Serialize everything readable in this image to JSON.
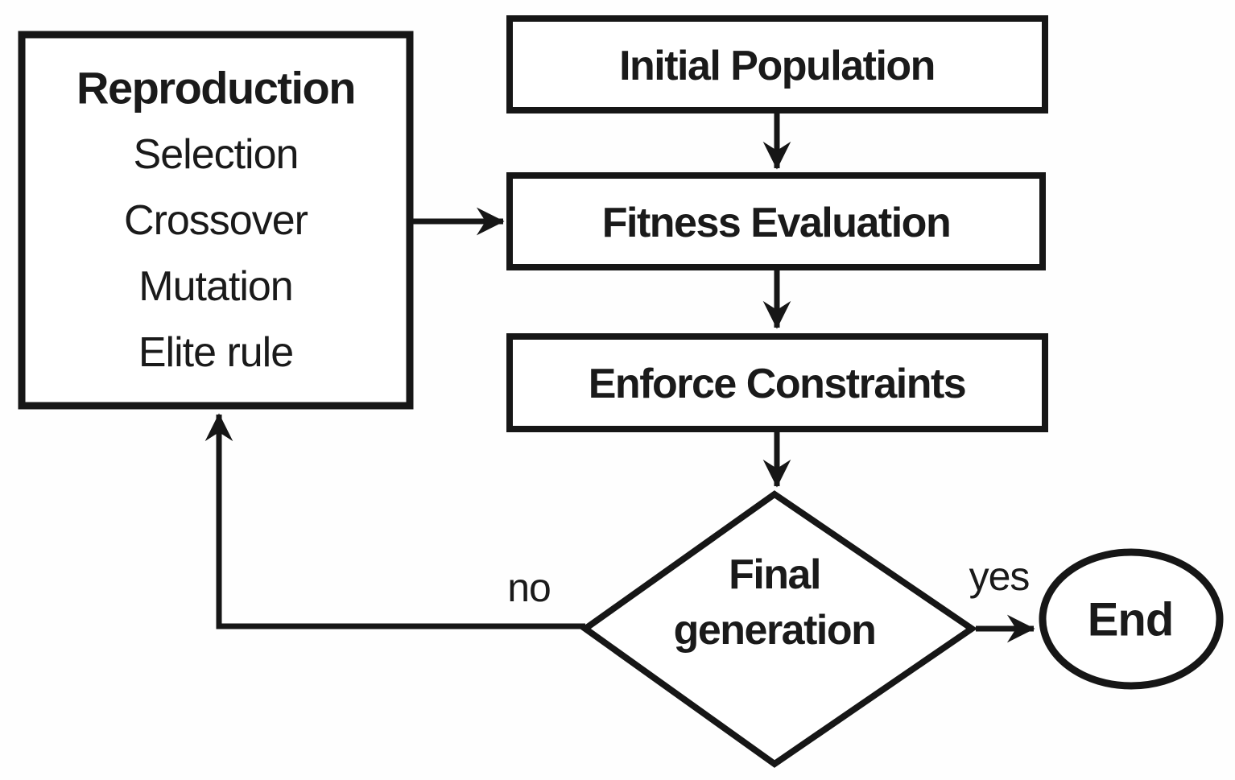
{
  "nodes": {
    "reproduction": {
      "title": "Reproduction",
      "items": [
        "Selection",
        "Crossover",
        "Mutation",
        "Elite rule"
      ]
    },
    "initial_population": {
      "label": "Initial Population"
    },
    "fitness_evaluation": {
      "label": "Fitness Evaluation"
    },
    "enforce_constraints": {
      "label": "Enforce Constraints"
    },
    "final_generation": {
      "line1": "Final",
      "line2": "generation"
    },
    "end": {
      "label": "End"
    }
  },
  "edges": {
    "no_label": "no",
    "yes_label": "yes"
  },
  "colors": {
    "stroke": "#161616",
    "text": "#1a1a1a",
    "background": "#fefefe"
  }
}
